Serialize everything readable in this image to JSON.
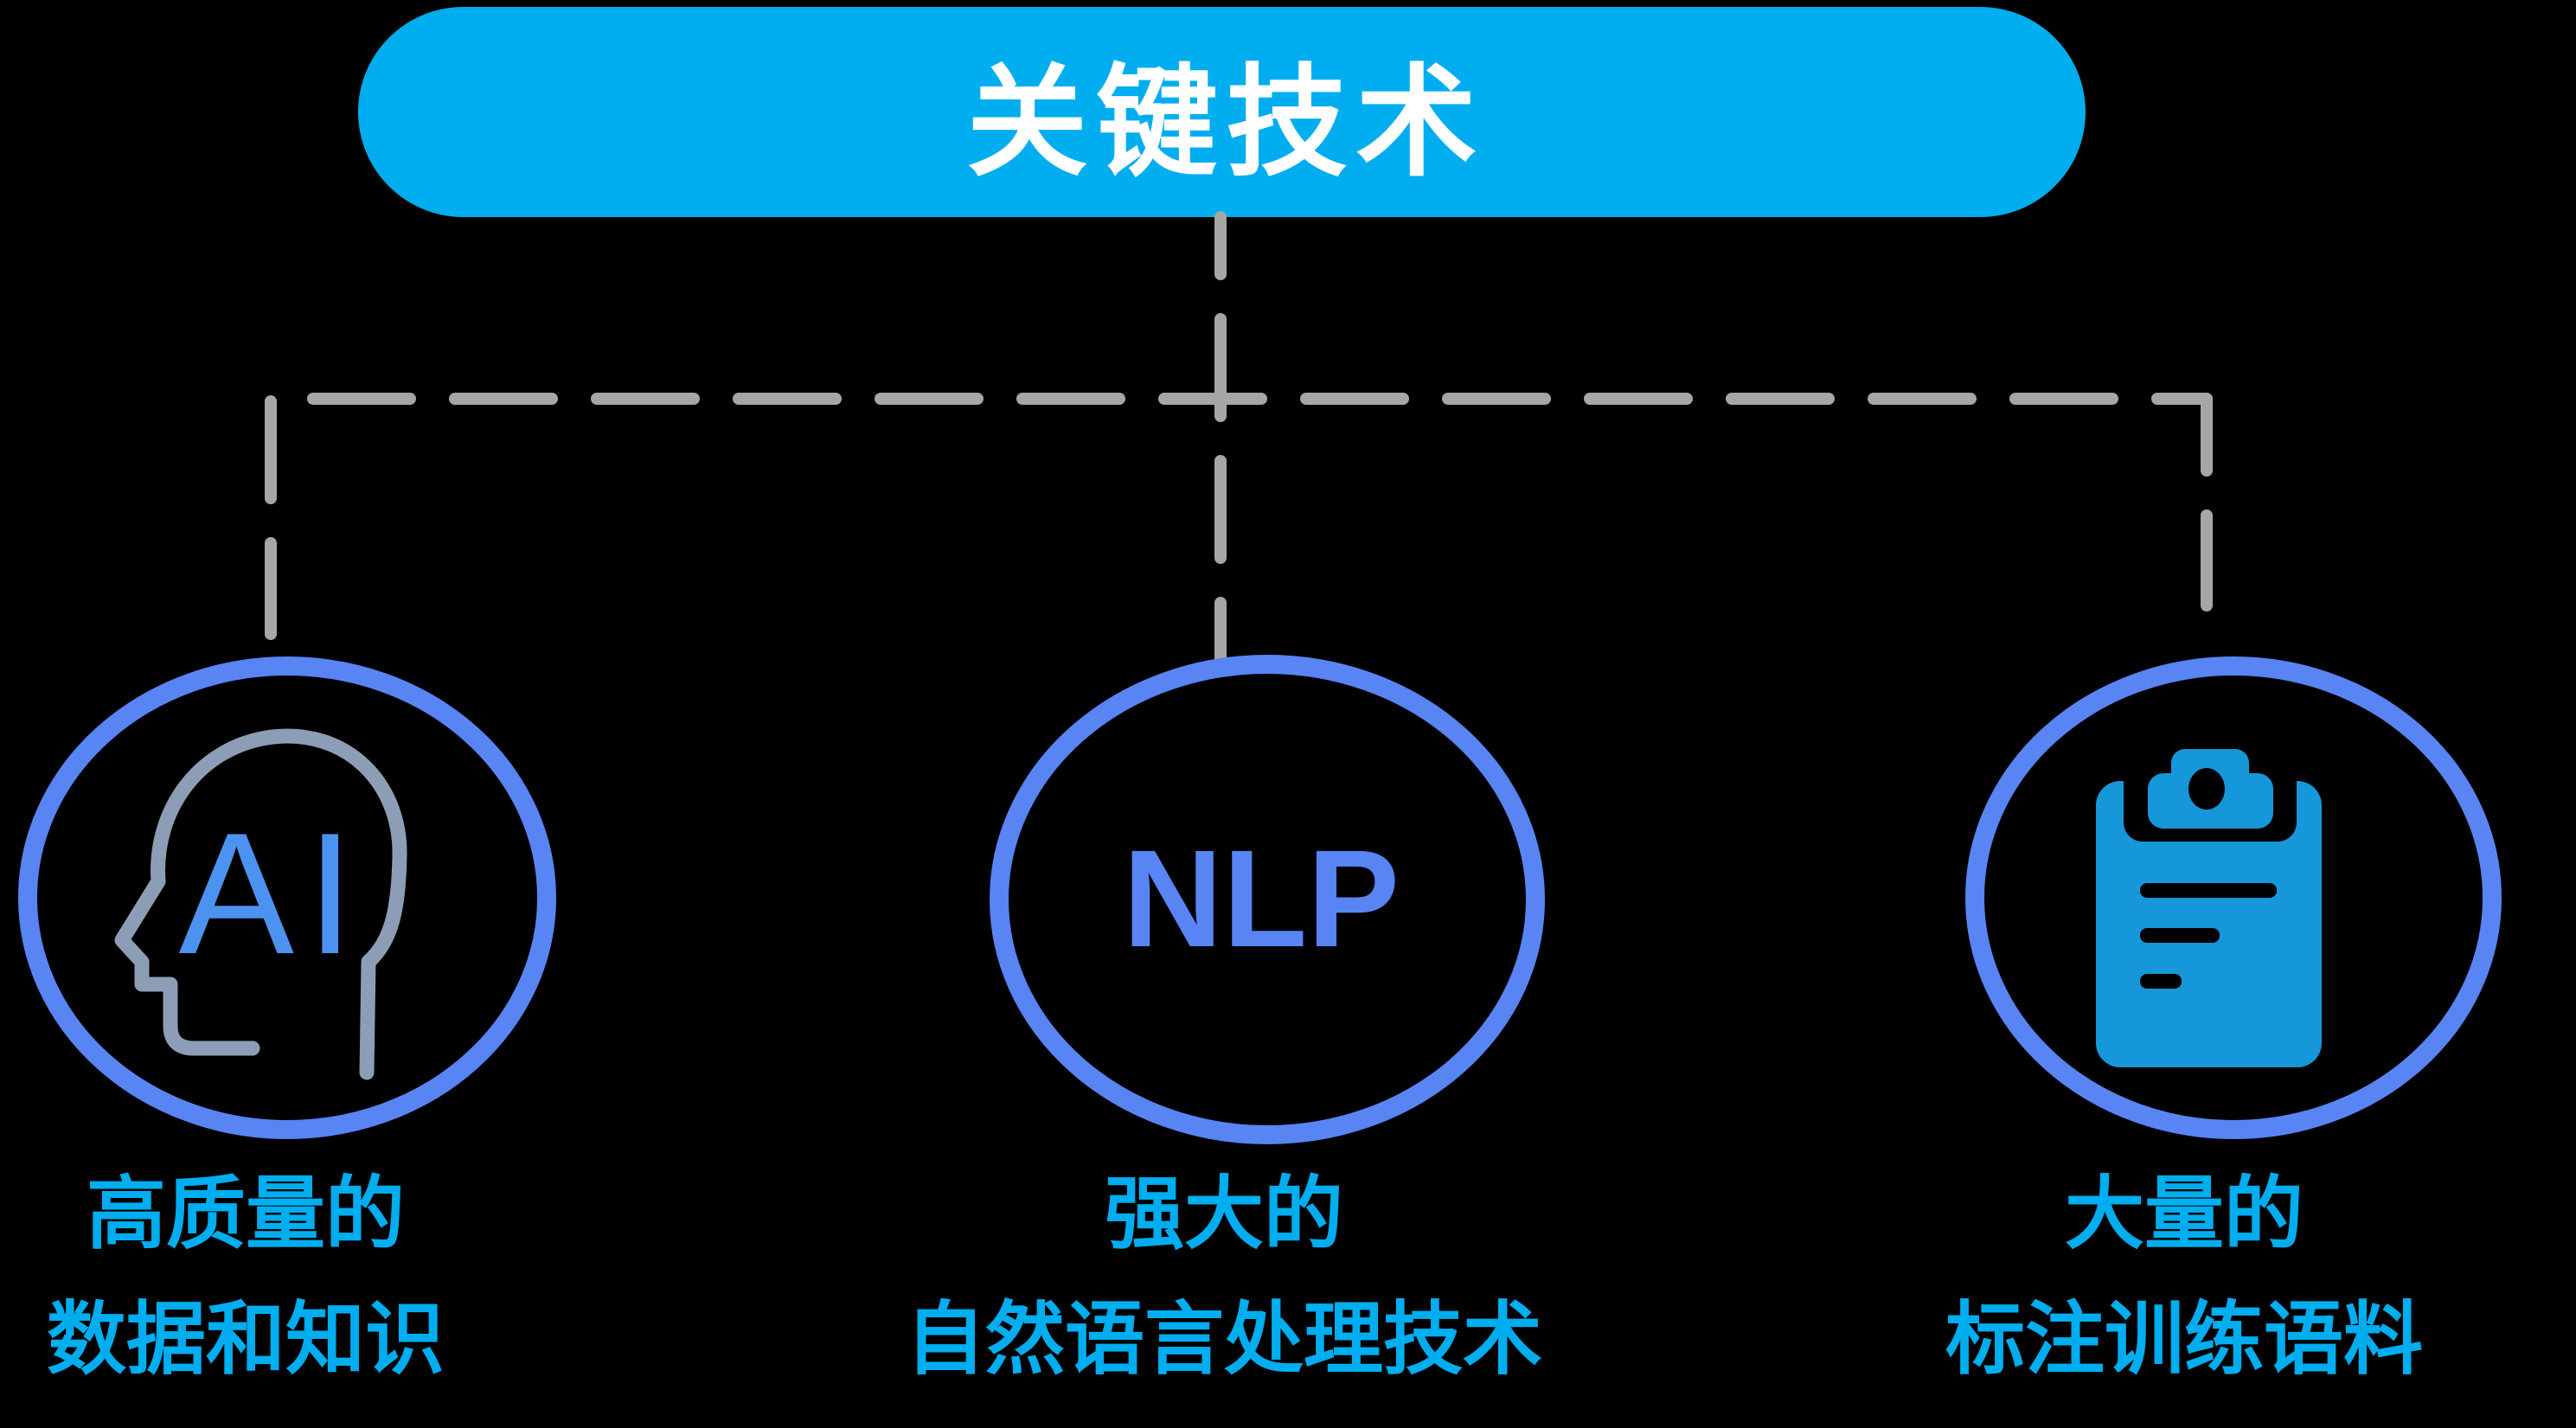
{
  "title": {
    "text": "关键技术"
  },
  "nodes": [
    {
      "id": "ai",
      "icon": "ai-head-icon",
      "icon_text": "AI",
      "label_lines": [
        "高质量的",
        "数据和知识"
      ]
    },
    {
      "id": "nlp",
      "circle_text": "NLP",
      "label_lines": [
        "强大的",
        "自然语言处理技术"
      ]
    },
    {
      "id": "corpus",
      "icon": "clipboard-icon",
      "label_lines": [
        "大量的",
        "标注训练语料"
      ]
    }
  ],
  "colors": {
    "background": "#000000",
    "banner_cyan": "#00AEF0",
    "label_cyan": "#00AEF0",
    "title_text": "#FFFFFF",
    "connector_gray": "#A6A6A6",
    "circle_ring_blue": "#5884F4",
    "nlp_text_blue": "#5884F4",
    "ai_text_blue": "#4C92F0",
    "head_outline_gray": "#8D9DB6",
    "clipboard_cyan": "#1697D9"
  }
}
